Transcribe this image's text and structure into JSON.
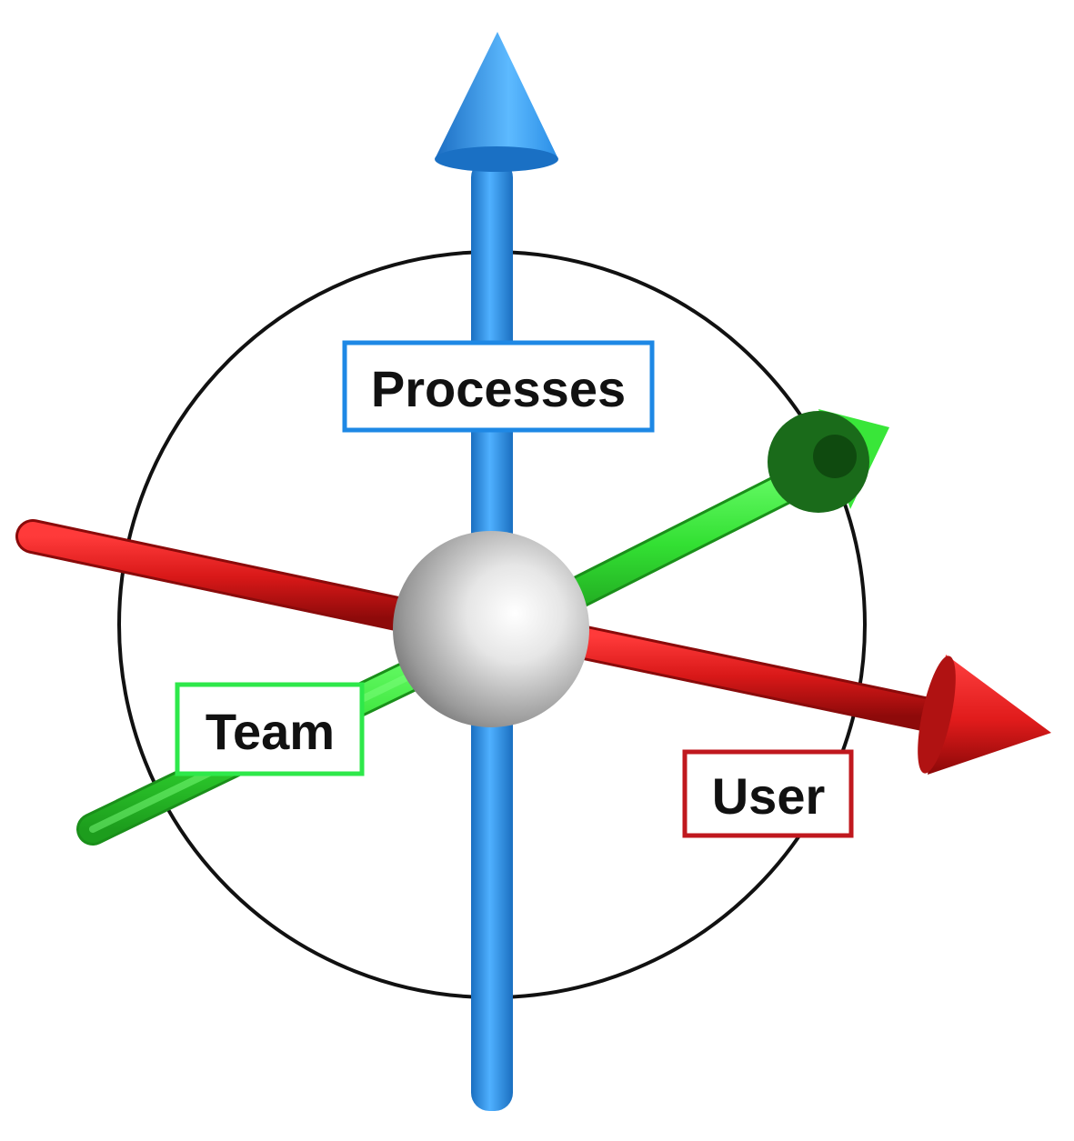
{
  "labels": {
    "processes": "Processes",
    "team": "Team",
    "user": "User"
  },
  "colors": {
    "processes_axis": "#2a8fe0",
    "processes_box": "#1e88e5",
    "team_axis": "#3ee83e",
    "team_box": "#2ee84a",
    "team_ring": "#1a6b1a",
    "user_axis": "#e01b24",
    "user_box": "#c0181e",
    "circle": "#111111",
    "sphere": "#d8d8d8"
  }
}
